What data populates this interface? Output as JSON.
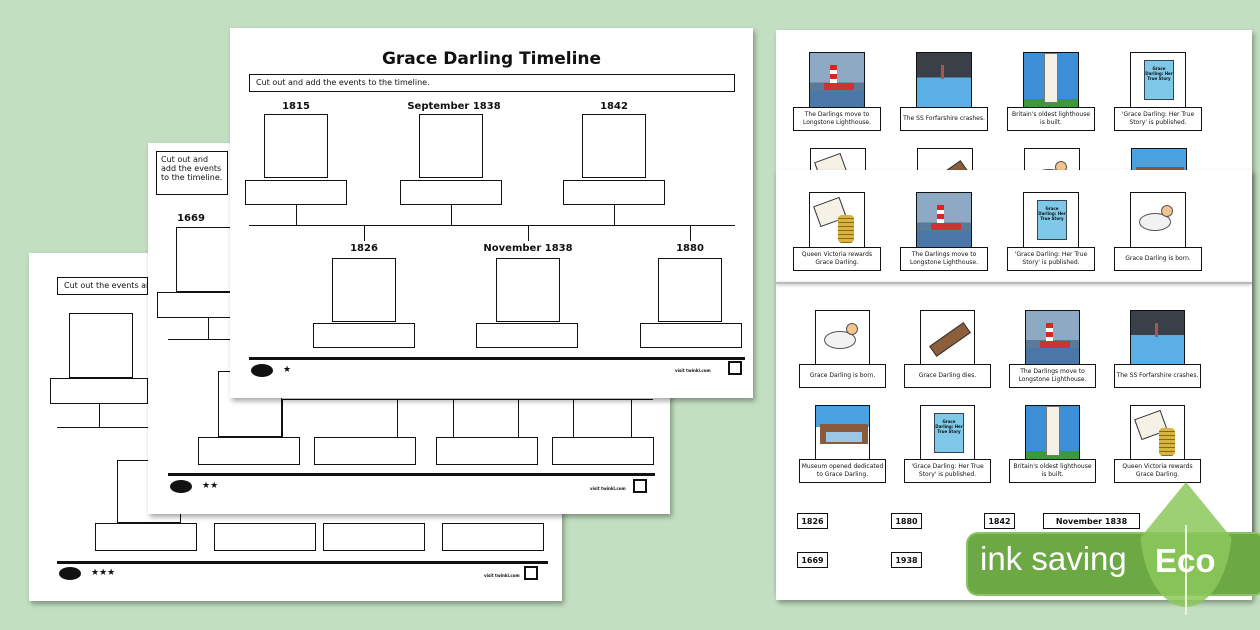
{
  "front_sheet": {
    "title": "Grace Darling Timeline",
    "instruction": "Cut out and add the events to the timeline.",
    "top_dates": [
      "1815",
      "September 1838",
      "1842"
    ],
    "bottom_dates": [
      "1826",
      "November 1838",
      "1880"
    ],
    "stars": "★",
    "footer": "visit twinkl.com"
  },
  "middle_sheet": {
    "instruction": "Cut out and add the events to the timeline.",
    "first_date": "1669",
    "stars": "★★",
    "footer": "visit twinkl.com"
  },
  "back_sheet": {
    "instruction": "Cut out the events and add them to the timeline.",
    "stars": "★★★",
    "footer": "visit twinkl.com"
  },
  "book_cover_text": "Grace Darling: Her True Story",
  "cards_page_back": [
    {
      "image": "longstone",
      "caption": "The Darlings move to Longstone Lighthouse."
    },
    {
      "image": "shipwreck",
      "caption": "The SS Forfarshire crashes."
    },
    {
      "image": "oldest-lighthouse",
      "caption": "Britain's oldest lighthouse is built."
    },
    {
      "image": "book",
      "caption": "'Grace Darling: Her True Story' is published."
    }
  ],
  "cards_page_back_partial": [
    "letter-coins",
    "coffin",
    "baby",
    "museum"
  ],
  "cards_page_mid": [
    {
      "image": "letter-coins",
      "caption": "Queen Victoria rewards Grace Darling."
    },
    {
      "image": "longstone",
      "caption": "The Darlings move to Longstone Lighthouse."
    },
    {
      "image": "book",
      "caption": "'Grace Darling: Her True Story' is published."
    },
    {
      "image": "baby",
      "caption": "Grace Darling is born."
    }
  ],
  "cards_page_front": [
    {
      "image": "baby",
      "caption": "Grace Darling is born."
    },
    {
      "image": "coffin",
      "caption": "Grace Darling dies."
    },
    {
      "image": "longstone",
      "caption": "The Darlings move to Longstone Lighthouse."
    },
    {
      "image": "shipwreck",
      "caption": "The SS Forfarshire crashes."
    },
    {
      "image": "museum",
      "caption": "Museum opened dedicated to Grace Darling."
    },
    {
      "image": "book",
      "caption": "'Grace Darling: Her True Story' is published."
    },
    {
      "image": "oldest-lighthouse",
      "caption": "Britain's oldest lighthouse is built."
    },
    {
      "image": "letter-coins",
      "caption": "Queen Victoria rewards Grace Darling."
    }
  ],
  "date_cards": [
    "1826",
    "1880",
    "1842",
    "November 1838",
    "1669",
    "1938"
  ],
  "badge": {
    "text": "ink saving",
    "eco": "Eco",
    "color": "#6ca844"
  }
}
